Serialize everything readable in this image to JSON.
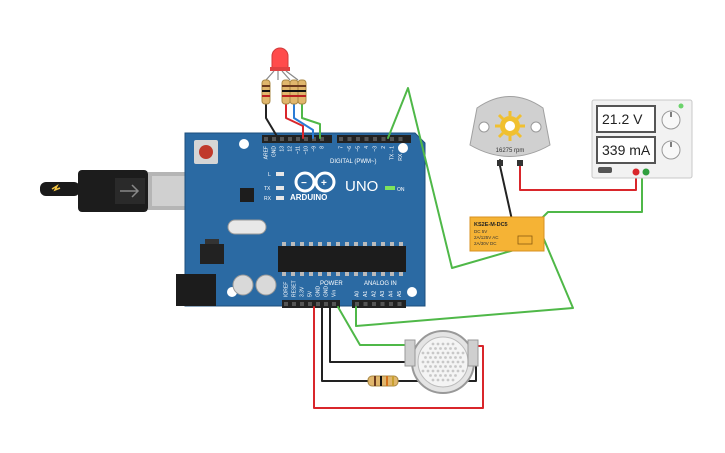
{
  "arduino": {
    "brand": "ARDUINO",
    "model": "UNO",
    "on_label": "ON",
    "l_label": "L",
    "tx_label": "TX",
    "rx_label": "RX",
    "digital_label": "DIGITAL (PWM~)",
    "power_label": "POWER",
    "analog_label": "ANALOG IN",
    "top_pins": [
      "AREF",
      "GND",
      "13",
      "12",
      "~11",
      "~10",
      "~9",
      "8",
      "7",
      "~6",
      "~5",
      "4",
      "~3",
      "2",
      "TX→1",
      "RX←0"
    ],
    "power_pins": [
      "IOREF",
      "RESET",
      "3.3V",
      "5V",
      "GND",
      "GND",
      "Vin"
    ],
    "analog_pins": [
      "A0",
      "A1",
      "A2",
      "A3",
      "A4",
      "A5"
    ],
    "board_color": "#2b6aa3"
  },
  "motor": {
    "rpm_label": "16275 rpm"
  },
  "power_supply": {
    "voltage": "21.2 V",
    "current": "339 mA"
  },
  "relay": {
    "model": "KS2E-M-DC5",
    "line1": "DC 5V",
    "line2": "2A/125V AC",
    "line3": "2A/30V DC",
    "color": "#f5b335"
  },
  "colors": {
    "wire_green": "#4fb848",
    "wire_red": "#d9262b",
    "wire_black": "#222222",
    "wire_blue": "#2a7bd5",
    "led_red": "#ff4b4b"
  }
}
